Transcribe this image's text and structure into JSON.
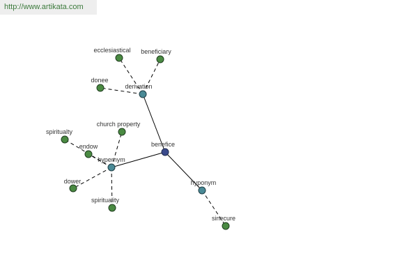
{
  "header": {
    "url": "http://www.artikata.com"
  },
  "colors": {
    "center_node": "#3a4a8c",
    "hub_node": "#4a8a96",
    "leaf_node": "#4a8a42",
    "node_stroke": "#1f3d1f",
    "edge": "#000000"
  },
  "graph": {
    "center": {
      "label": "benefice"
    },
    "hubs": [
      {
        "id": "derivation",
        "label": "derivation",
        "leaves": [
          "ecclesiastical",
          "beneficiary",
          "donee"
        ]
      },
      {
        "id": "hypernym",
        "label": "hypernym",
        "leaves": [
          "spiritualty",
          "endow",
          "church property",
          "dower",
          "spirituality"
        ]
      },
      {
        "id": "hyponym",
        "label": "hyponym",
        "leaves": [
          "sinecure"
        ]
      }
    ]
  }
}
